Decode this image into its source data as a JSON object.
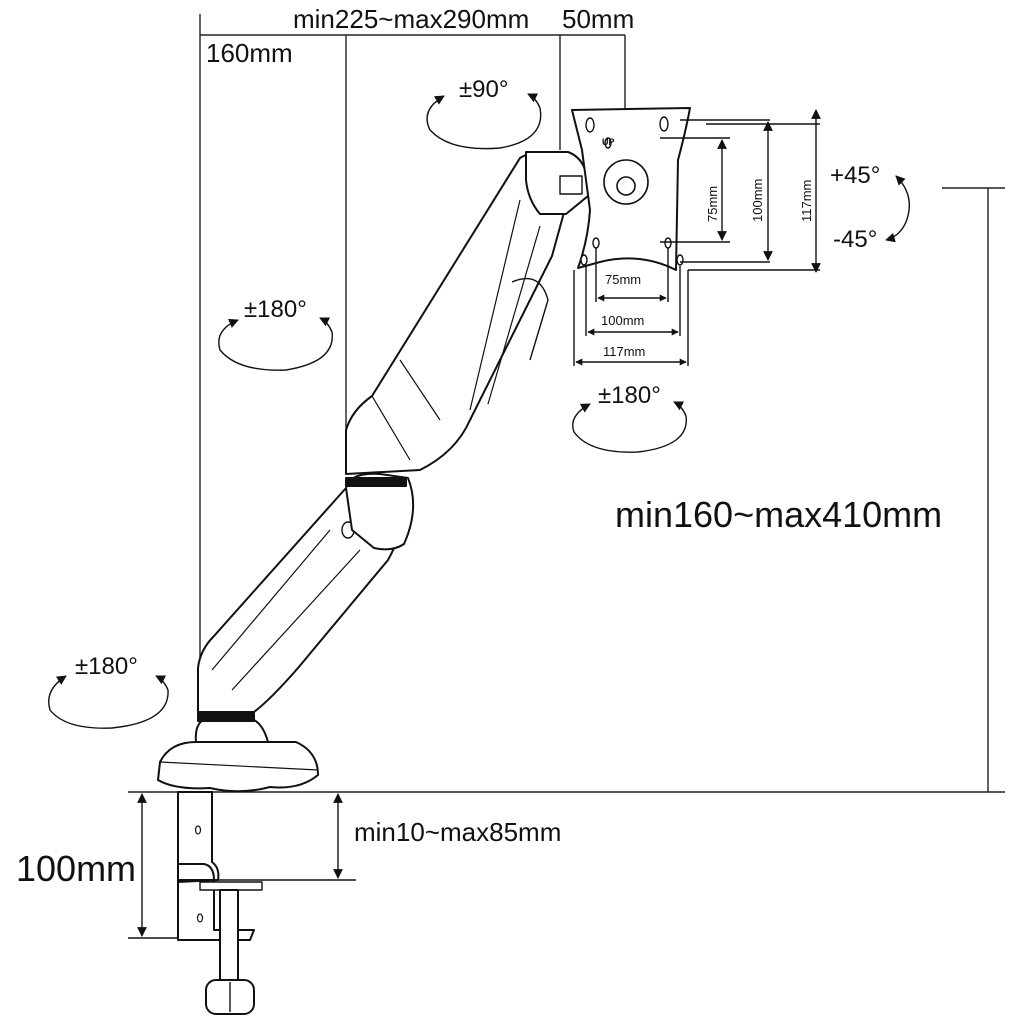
{
  "dimensions": {
    "arm_reach": "min225~max290mm",
    "plate_offset": "50mm",
    "pole_offset": "160mm",
    "height_range": "min160~max410mm",
    "clamp_height": "100mm",
    "desk_thickness": "min10~max85mm"
  },
  "rotations": {
    "head_swivel": "±90°",
    "arm_joint": "±180°",
    "base_swivel": "±180°",
    "screen_rotation": "±180°",
    "tilt_up": "+45°",
    "tilt_down": "-45°"
  },
  "vesa": {
    "h_small": "75mm",
    "h_mid": "100mm",
    "h_large": "117mm",
    "v_small": "75mm",
    "v_mid": "100mm",
    "v_large": "117mm",
    "up_mark": "UP"
  }
}
